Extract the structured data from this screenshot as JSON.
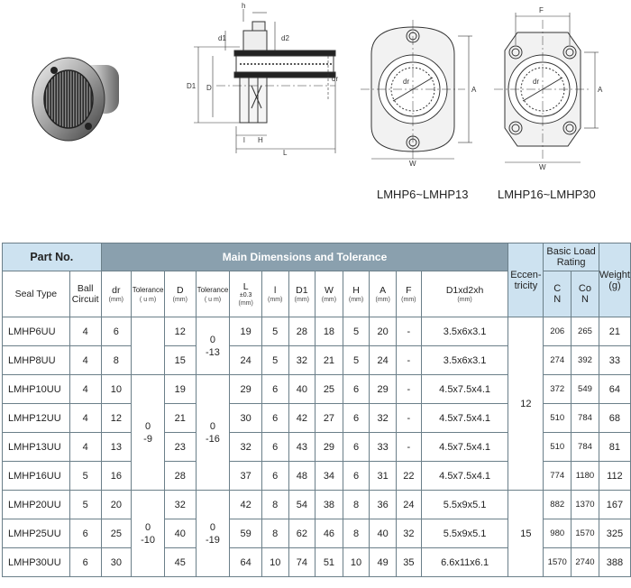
{
  "drawing": {
    "dims": [
      "h",
      "d1",
      "d2",
      "D1",
      "D",
      "dr",
      "l",
      "H",
      "L"
    ],
    "front_labels": {
      "dr": "dr",
      "A": "A",
      "W": "W"
    },
    "front2_labels": {
      "F": "F",
      "dr": "dr",
      "A": "A",
      "W": "W"
    },
    "captions": [
      "LMHP6~LMHP13",
      "LMHP16~LMHP30"
    ]
  },
  "table": {
    "part_no": "Part No.",
    "main_title": "Main Dimensions and Tolerance",
    "eccentricity": "Eccen-tricity",
    "load_rating": "Basic Load Rating",
    "weight": "Weight",
    "weight_unit": "(g)",
    "headers": {
      "seal_type": "Seal Type",
      "ball_circuit": "Ball Circuit",
      "dr": "dr",
      "dr_unit": "(mm)",
      "tolerance1": "Tolerance",
      "tol1_unit": "( u m)",
      "D": "D",
      "D_unit": "(mm)",
      "tolerance2": "Tolerance",
      "tol2_unit": "( u m)",
      "L": "L",
      "L_tol": "±0.3",
      "L_unit": "(mm)",
      "l": "l",
      "l_unit": "(mm)",
      "D1": "D1",
      "D1_unit": "(mm)",
      "W": "W",
      "W_unit": "(mm)",
      "H": "H",
      "H_unit": "(mm)",
      "A": "A",
      "A_unit": "(mm)",
      "F": "F",
      "F_unit": "(mm)",
      "d1d2h": "D1xd2xh",
      "d1d2h_unit": "(mm)",
      "C": "C",
      "C_unit": "N",
      "Co": "Co",
      "Co_unit": "N"
    },
    "tol_dr_a": "0\n-9",
    "tol_dr_b": "0\n-10",
    "tol_D_a": "0\n-13",
    "tol_D_b": "0\n-16",
    "tol_D_c": "0\n-19",
    "ecc_a": "12",
    "ecc_b": "15",
    "rows": [
      {
        "seal": "LMHP6UU",
        "ball": "4",
        "dr": "6",
        "D": "12",
        "L": "19",
        "l": "5",
        "D1": "28",
        "W": "18",
        "H": "5",
        "A": "20",
        "F": "-",
        "dd": "3.5x6x3.1",
        "C": "206",
        "Co": "265",
        "wt": "21"
      },
      {
        "seal": "LMHP8UU",
        "ball": "4",
        "dr": "8",
        "D": "15",
        "L": "24",
        "l": "5",
        "D1": "32",
        "W": "21",
        "H": "5",
        "A": "24",
        "F": "-",
        "dd": "3.5x6x3.1",
        "C": "274",
        "Co": "392",
        "wt": "33"
      },
      {
        "seal": "LMHP10UU",
        "ball": "4",
        "dr": "10",
        "D": "19",
        "L": "29",
        "l": "6",
        "D1": "40",
        "W": "25",
        "H": "6",
        "A": "29",
        "F": "-",
        "dd": "4.5x7.5x4.1",
        "C": "372",
        "Co": "549",
        "wt": "64"
      },
      {
        "seal": "LMHP12UU",
        "ball": "4",
        "dr": "12",
        "D": "21",
        "L": "30",
        "l": "6",
        "D1": "42",
        "W": "27",
        "H": "6",
        "A": "32",
        "F": "-",
        "dd": "4.5x7.5x4.1",
        "C": "510",
        "Co": "784",
        "wt": "68"
      },
      {
        "seal": "LMHP13UU",
        "ball": "4",
        "dr": "13",
        "D": "23",
        "L": "32",
        "l": "6",
        "D1": "43",
        "W": "29",
        "H": "6",
        "A": "33",
        "F": "-",
        "dd": "4.5x7.5x4.1",
        "C": "510",
        "Co": "784",
        "wt": "81"
      },
      {
        "seal": "LMHP16UU",
        "ball": "5",
        "dr": "16",
        "D": "28",
        "L": "37",
        "l": "6",
        "D1": "48",
        "W": "34",
        "H": "6",
        "A": "31",
        "F": "22",
        "dd": "4.5x7.5x4.1",
        "C": "774",
        "Co": "1180",
        "wt": "112"
      },
      {
        "seal": "LMHP20UU",
        "ball": "5",
        "dr": "20",
        "D": "32",
        "L": "42",
        "l": "8",
        "D1": "54",
        "W": "38",
        "H": "8",
        "A": "36",
        "F": "24",
        "dd": "5.5x9x5.1",
        "C": "882",
        "Co": "1370",
        "wt": "167"
      },
      {
        "seal": "LMHP25UU",
        "ball": "6",
        "dr": "25",
        "D": "40",
        "L": "59",
        "l": "8",
        "D1": "62",
        "W": "46",
        "H": "8",
        "A": "40",
        "F": "32",
        "dd": "5.5x9x5.1",
        "C": "980",
        "Co": "1570",
        "wt": "325"
      },
      {
        "seal": "LMHP30UU",
        "ball": "6",
        "dr": "30",
        "D": "45",
        "L": "64",
        "l": "10",
        "D1": "74",
        "W": "51",
        "H": "10",
        "A": "49",
        "F": "35",
        "dd": "6.6x11x6.1",
        "C": "1570",
        "Co": "2740",
        "wt": "388"
      }
    ]
  }
}
